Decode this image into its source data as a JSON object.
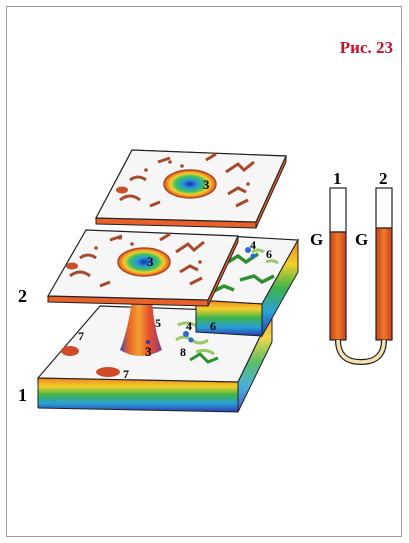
{
  "figure": {
    "label": "Рис. 23"
  },
  "diagram": {
    "stack_labels": [
      "1",
      "2"
    ],
    "cell_labels": [
      "3",
      "4",
      "5",
      "6",
      "7",
      "8"
    ],
    "tube_labels": [
      "1",
      "2"
    ],
    "tube_content_labels": [
      "G",
      "G"
    ],
    "colors": {
      "cell_top": "#f6f6f6",
      "organelle": "#b0552a",
      "fluid": "#e8602a",
      "chloroplast": "#2f8f2f",
      "figure_label": "#c8102e"
    }
  }
}
